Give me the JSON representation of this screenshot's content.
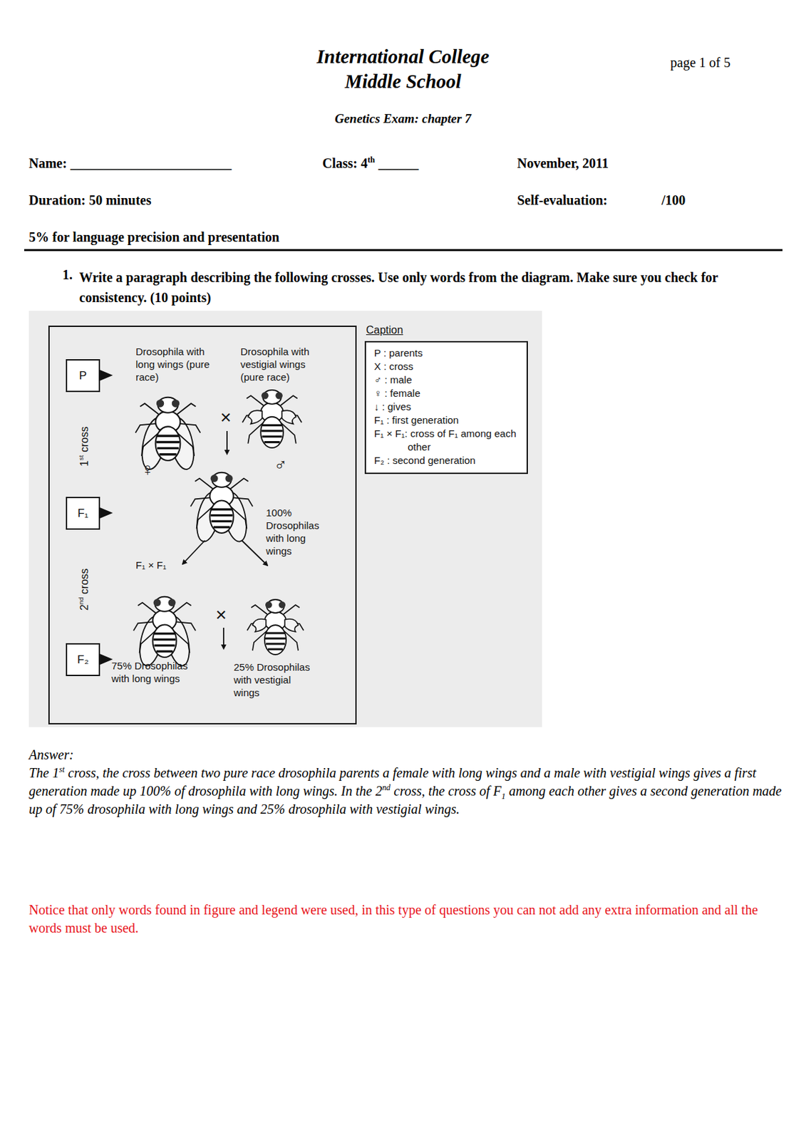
{
  "diagram": {
    "title": "International College Middle School",
    "nodes": [
      {
        "text": [
          "P"
        ]
      },
      {
        "text": [
          "F₁"
        ]
      },
      {
        "text": [
          "F₂"
        ]
      },
      {
        "text": [
          "Caption",
          "P : parents",
          "X : cross",
          "♂ : male",
          "♀ : female",
          "↓ : gives",
          "F₁ : first generation",
          "F₁ × F₁: cross of F₁ among each other",
          "F₂ : second generation"
        ]
      }
    ],
    "labels": [
      "page 1 of 5",
      "Genetics Exam: chapter 7",
      "Name: ________________________",
      "Class: 4",
      "th",
      " ______",
      "November, 2011",
      "Duration: 50 minutes",
      "Self-evaluation:",
      "/100",
      "5% for language precision and presentation",
      "1.",
      "Write a paragraph describing the following crosses. Use only words from the diagram. Make sure you check for consistency. (10 points)",
      "Drosophila with long wings (pure race)",
      "Drosophila with vestigial wings (pure race)",
      "♀",
      "♂",
      "×",
      "1",
      "st",
      " cross",
      "100% Drosophilas with long wings",
      "F₁ × F₁",
      "2",
      "nd",
      " cross",
      "×",
      "75% Drosophilas with long wings",
      "25% Drosophilas with vestigial wings",
      "Answer:",
      "The 1",
      "st",
      " cross, the cross between two pure race drosophila parents a female with long wings and a male with vestigial wings gives a first generation made up 100% of drosophila with long wings. In the 2",
      "nd",
      " cross, the cross of F",
      "1",
      " among each other gives a second generation made up of 75% drosophila with long wings and 25% drosophila with vestigial wings.",
      "Notice that only words found in figure and legend were used, in this type of questions you can not add any extra information and all the words must be used."
    ]
  }
}
